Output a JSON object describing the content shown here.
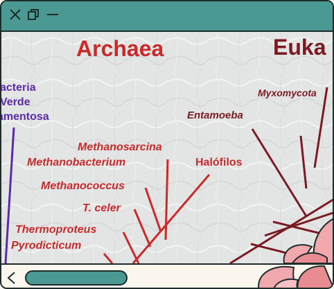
{
  "window": {
    "controls": {
      "close_icon": "close-icon",
      "maximize_icon": "maximize-icon",
      "minimize_icon": "minimize-icon"
    }
  },
  "diagram": {
    "headings": {
      "archaea": "Archaea",
      "eukarya": "Euka"
    },
    "bacteria_labels": [
      "acteria",
      "Verde",
      "amentosa"
    ],
    "archaea_labels": {
      "methanosarcina": "Methanosarcina",
      "methanobacterium": "Methanobacterium",
      "halofilos": "Halófilos",
      "methanococcus": "Methanococcus",
      "tceler": "T. celer",
      "thermoproteus": "Thermoproteus",
      "pyrodicticum": "Pyrodicticum"
    },
    "eukarya_labels": {
      "myxomycota": "Myxomycota",
      "entamoeba": "Entamoeba"
    },
    "colors": {
      "archaea": "#c92a2a",
      "eukarya": "#7a1a22",
      "bacteria": "#5a2aa8",
      "titlebar": "#4a9a93"
    }
  },
  "bottombar": {
    "back_icon": "chevron-left-icon",
    "scroll_progress": 0.38
  }
}
